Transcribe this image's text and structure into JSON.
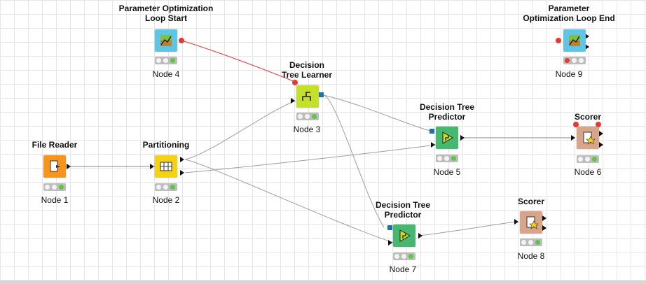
{
  "workflow": {
    "nodes": [
      {
        "id": "node-1",
        "title": "File Reader",
        "label": "Node 1",
        "type": "source",
        "color": "#f7941d",
        "status": "green"
      },
      {
        "id": "node-2",
        "title": "Partitioning",
        "label": "Node 2",
        "type": "manipulator",
        "color": "#f5d213",
        "status": "green"
      },
      {
        "id": "node-3",
        "title": "Decision\nTree Learner",
        "label": "Node 3",
        "type": "learner",
        "color": "#c6df2a",
        "status": "green"
      },
      {
        "id": "node-4",
        "title": "Parameter Optimization\nLoop Start",
        "label": "Node 4",
        "type": "loop-start",
        "color": "#5ec5e6",
        "status": "green"
      },
      {
        "id": "node-5",
        "title": "Decision Tree\nPredictor",
        "label": "Node 5",
        "type": "predictor",
        "color": "#47b86f",
        "status": "green"
      },
      {
        "id": "node-6",
        "title": "Scorer",
        "label": "Node 6",
        "type": "scorer",
        "color": "#d9a58a",
        "status": "green"
      },
      {
        "id": "node-7",
        "title": "Decision Tree\nPredictor",
        "label": "Node 7",
        "type": "predictor",
        "color": "#47b86f",
        "status": "green"
      },
      {
        "id": "node-8",
        "title": "Scorer",
        "label": "Node 8",
        "type": "scorer",
        "color": "#d9a58a",
        "status": "green"
      },
      {
        "id": "node-9",
        "title": "Parameter\nOptimization Loop End",
        "label": "Node 9",
        "type": "loop-end",
        "color": "#5ec5e6",
        "status": "red"
      }
    ]
  },
  "colors": {
    "flow_variable": "#e53935",
    "model_port": "#1f6fb5",
    "connection": "#9e9e9e"
  }
}
